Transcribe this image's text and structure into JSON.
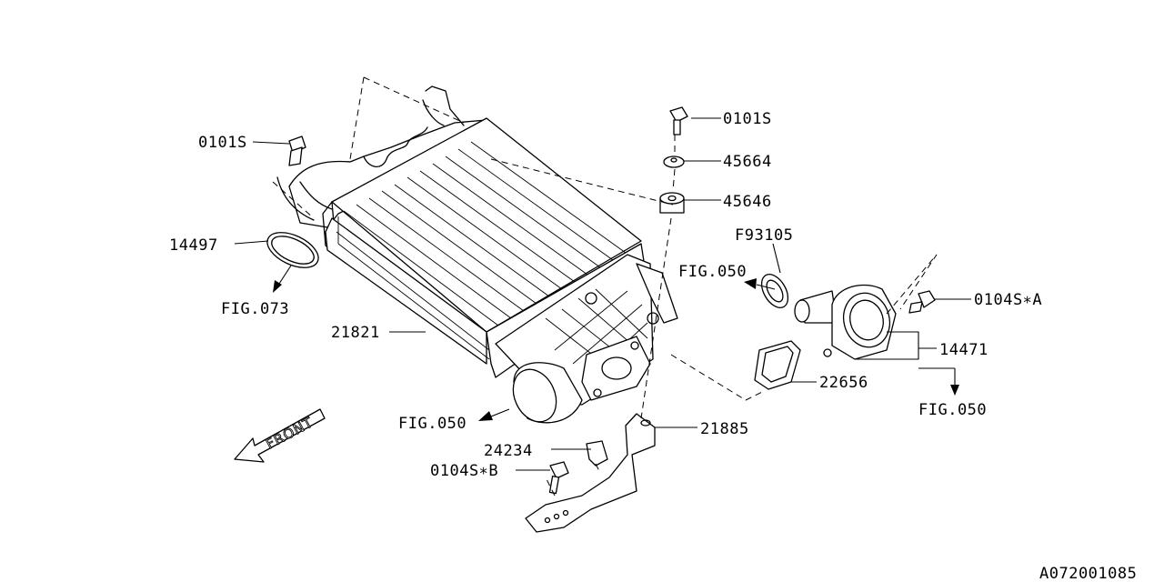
{
  "labels": {
    "bolt_left": "0101S",
    "bolt_top": "0101S",
    "washer": "45664",
    "grommet": "45646",
    "clip": "F93105",
    "fig_hose": "FIG.050",
    "bolt_a": "0104S∗A",
    "duct": "14471",
    "gasket_duct": "22656",
    "fig_duct": "FIG.050",
    "gasket_ring": "14497",
    "fig_ring": "FIG.073",
    "intercooler": "21821",
    "fig_outlet": "FIG.050",
    "bracket": "21885",
    "bracket_clip": "24234",
    "bolt_b": "0104S∗B",
    "front": "FRONT",
    "catalog_id": "A072001085"
  }
}
